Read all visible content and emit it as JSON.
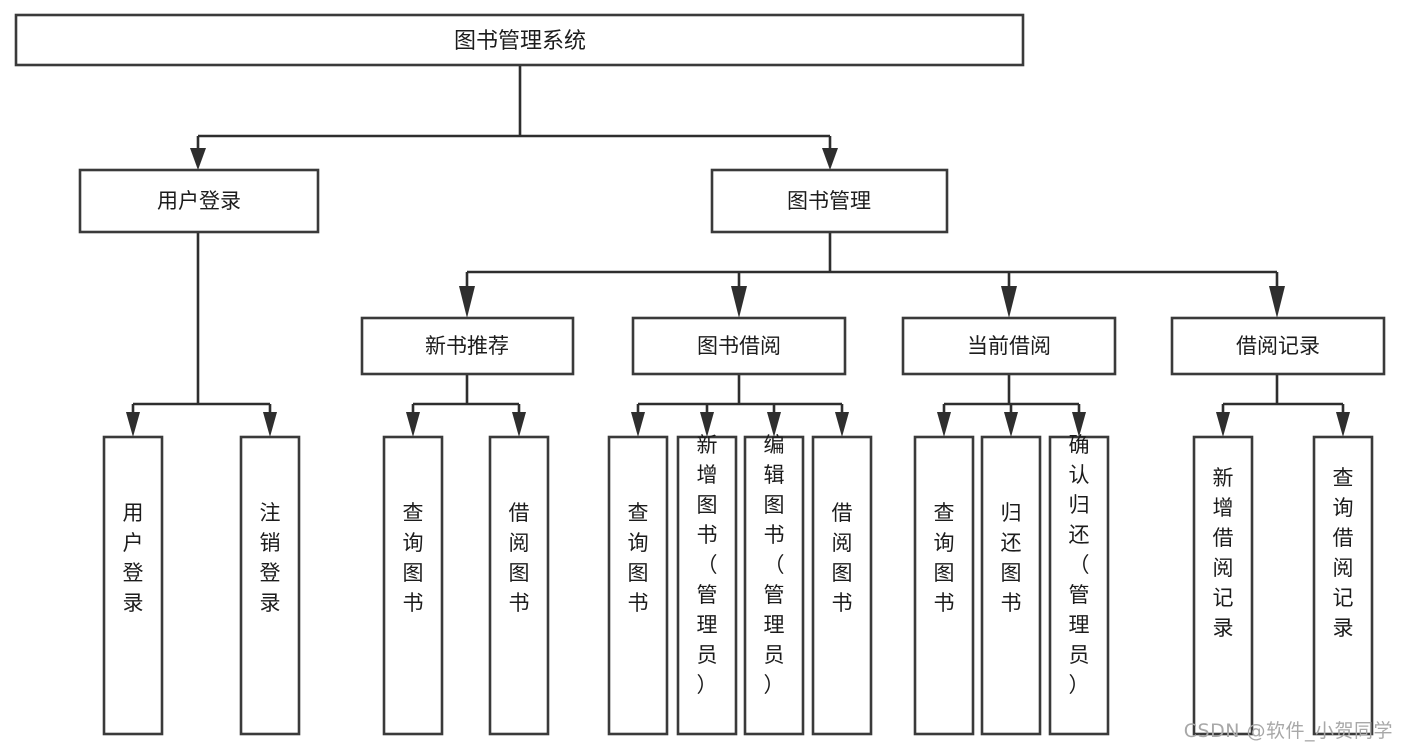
{
  "diagram": {
    "type": "tree",
    "title": "图书管理系统",
    "watermark": "CSDN @软件_小贺同学",
    "colors": {
      "box_stroke": "#3a3a3a",
      "box_fill": "#ffffff",
      "connector": "#2e2e2e",
      "text": "#1c1c1c",
      "watermark": "#a8a8a8",
      "background": "#ffffff"
    },
    "root": {
      "id": "root",
      "label": "图书管理系统",
      "orientation": "horizontal"
    },
    "level2": [
      {
        "id": "user-login",
        "label": "用户登录",
        "orientation": "horizontal"
      },
      {
        "id": "book-management",
        "label": "图书管理",
        "orientation": "horizontal"
      }
    ],
    "level3": [
      {
        "id": "new-book-recommend",
        "label": "新书推荐",
        "parent": "book-management",
        "orientation": "horizontal"
      },
      {
        "id": "book-borrow",
        "label": "图书借阅",
        "parent": "book-management",
        "orientation": "horizontal"
      },
      {
        "id": "current-borrow",
        "label": "当前借阅",
        "parent": "book-management",
        "orientation": "horizontal"
      },
      {
        "id": "borrow-record",
        "label": "借阅记录",
        "parent": "book-management",
        "orientation": "horizontal"
      }
    ],
    "leaves": [
      {
        "id": "leaf-user-login",
        "label": "用户登录",
        "parent": "user-login",
        "orientation": "vertical"
      },
      {
        "id": "leaf-user-logout",
        "label": "注销登录",
        "parent": "user-login",
        "orientation": "vertical"
      },
      {
        "id": "leaf-query-book-1",
        "label": "查询图书",
        "parent": "new-book-recommend",
        "orientation": "vertical"
      },
      {
        "id": "leaf-borrow-book-1",
        "label": "借阅图书",
        "parent": "new-book-recommend",
        "orientation": "vertical"
      },
      {
        "id": "leaf-query-book-2",
        "label": "查询图书",
        "parent": "book-borrow",
        "orientation": "vertical"
      },
      {
        "id": "leaf-add-book",
        "label": "新增图书（管理员）",
        "parent": "book-borrow",
        "orientation": "vertical"
      },
      {
        "id": "leaf-edit-book",
        "label": "编辑图书（管理员）",
        "parent": "book-borrow",
        "orientation": "vertical"
      },
      {
        "id": "leaf-borrow-book-2",
        "label": "借阅图书",
        "parent": "book-borrow",
        "orientation": "vertical"
      },
      {
        "id": "leaf-query-book-3",
        "label": "查询图书",
        "parent": "current-borrow",
        "orientation": "vertical"
      },
      {
        "id": "leaf-return-book",
        "label": "归还图书",
        "parent": "current-borrow",
        "orientation": "vertical"
      },
      {
        "id": "leaf-confirm-return",
        "label": "确认归还（管理员）",
        "parent": "current-borrow",
        "orientation": "vertical"
      },
      {
        "id": "leaf-add-record",
        "label": "新增借阅记录",
        "parent": "borrow-record",
        "orientation": "vertical"
      },
      {
        "id": "leaf-query-record",
        "label": "查询借阅记录",
        "parent": "borrow-record",
        "orientation": "vertical"
      }
    ]
  }
}
